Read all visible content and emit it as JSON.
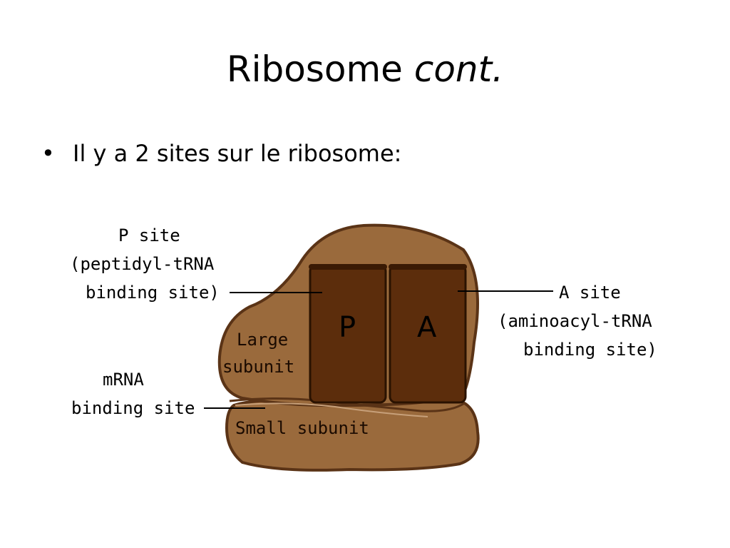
{
  "slide": {
    "title_main": "Ribosome ",
    "title_italic": "cont.",
    "bullet_symbol": "•",
    "bullet_text": "Il y a 2 sites sur le ribosome:"
  },
  "diagram": {
    "p_site_label": [
      "P site",
      "(peptidyl-tRNA",
      "binding site)"
    ],
    "a_site_label": [
      "A site",
      "(aminoacyl-tRNA",
      "binding site)"
    ],
    "mrna_label": [
      "mRNA",
      "binding site"
    ],
    "large_subunit_label": [
      "Large",
      "subunit"
    ],
    "small_subunit_label": "Small subunit",
    "p_letter": "P",
    "a_letter": "A",
    "colors": {
      "subunit_fill": "#9a6a3c",
      "subunit_outline": "#5a3316",
      "site_fill": "#5c2d0c",
      "site_outline": "#2a1200",
      "highlight": "#c7a07a"
    }
  }
}
